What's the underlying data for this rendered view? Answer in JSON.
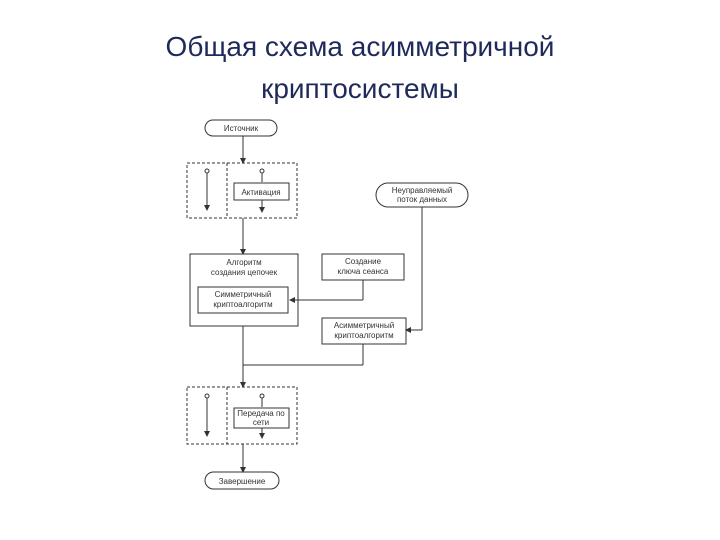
{
  "slide": {
    "title_line1": "Общая схема асимметричной",
    "title_line2": "криптосистемы"
  },
  "diagram": {
    "start_label": "Источник",
    "activation_label": "Активация",
    "external_label_line1": "Неуправляемый",
    "external_label_line2": "поток данных",
    "algorithm_label_line1": "Алгоритм",
    "algorithm_label_line2": "создания цепочек",
    "inner_label_line1": "Симметричный",
    "inner_label_line2": "криптоалгоритм",
    "session_label_line1": "Создание",
    "session_label_line2": "ключа сеанса",
    "asym_label_line1": "Асимметричный",
    "asym_label_line2": "криптоалгоритм",
    "transfer_label_line1": "Передача по",
    "transfer_label_line2": "сети",
    "end_label": "Завершение"
  },
  "colors": {
    "title": "#1f2a5a",
    "stroke": "#333333"
  }
}
